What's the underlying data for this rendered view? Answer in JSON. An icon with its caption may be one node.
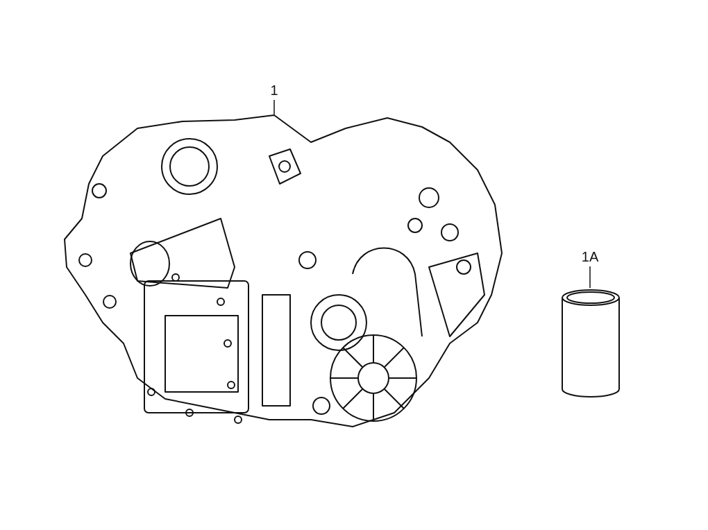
{
  "diagram": {
    "nodes": [
      {
        "text": [
          "1"
        ]
      },
      {
        "text": [],
        "shape": "picture"
      },
      {
        "text": [
          "1A"
        ]
      },
      {
        "text": [],
        "shape": "picture"
      }
    ],
    "edges": [
      {
        "from": 0,
        "to": 1,
        "arrow": "none"
      },
      {
        "from": 2,
        "to": 3,
        "arrow": "none"
      }
    ]
  }
}
